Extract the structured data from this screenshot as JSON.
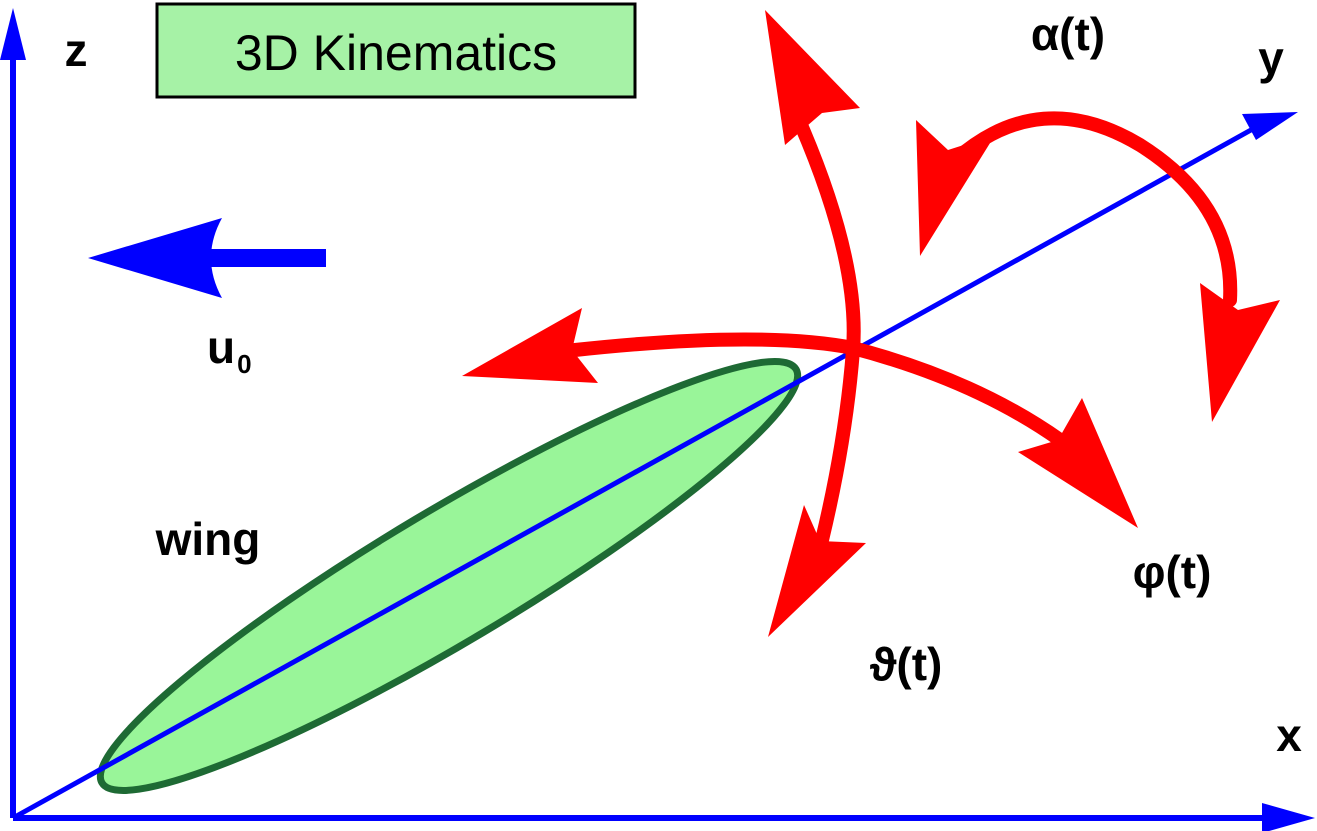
{
  "title": "3D Kinematics",
  "axes": {
    "z": "z",
    "y": "y",
    "x": "x"
  },
  "freestream": {
    "symbol": "u",
    "subscript": "0"
  },
  "wing_label": "wing",
  "rotations": {
    "alpha": "α(t)",
    "phi": "φ(t)",
    "theta": "ϑ(t)"
  },
  "colors": {
    "axis": "#0000ff",
    "rotation_arrow": "#ff0000",
    "wing_fill": "#99f599",
    "wing_outline": "#1e6a34",
    "title_box_fill": "#a6f2a6",
    "text": "#000000"
  }
}
